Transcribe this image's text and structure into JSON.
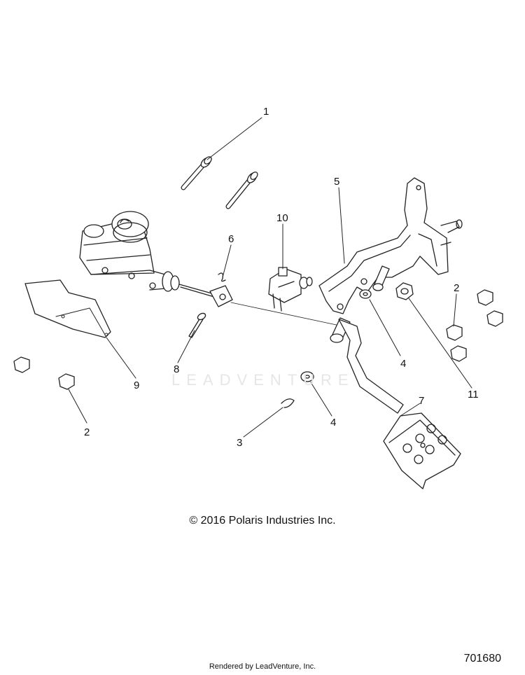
{
  "callouts": [
    {
      "label": "1"
    },
    {
      "label": "5"
    },
    {
      "label": "10"
    },
    {
      "label": "6"
    },
    {
      "label": "2"
    },
    {
      "label": "8"
    },
    {
      "label": "4"
    },
    {
      "label": "9"
    },
    {
      "label": "11"
    },
    {
      "label": "7"
    },
    {
      "label": "2"
    },
    {
      "label": "4"
    },
    {
      "label": "3"
    }
  ],
  "watermark": "LEADVENTURE",
  "copyright": "© 2016 Polaris Industries Inc.",
  "diagram_number": "701680",
  "rendered_by": "Rendered by LeadVenture, Inc."
}
